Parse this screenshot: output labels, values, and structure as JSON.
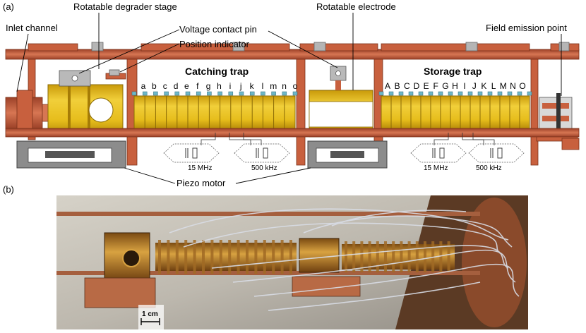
{
  "panel_a": {
    "label": "(a)",
    "annotations": {
      "inlet_channel": "Inlet channel",
      "rotatable_degrader_stage": "Rotatable degrader stage",
      "voltage_contact_pin": "Voltage contact pin",
      "position_indicator": "Position indicator",
      "rotatable_electrode": "Rotatable electrode",
      "field_emission_point": "Field emission point",
      "catching_trap": "Catching trap",
      "storage_trap": "Storage trap",
      "piezo_motor": "Piezo motor"
    },
    "catching_electrodes": [
      "a",
      "b",
      "c",
      "d",
      "e",
      "f",
      "g",
      "h",
      "i",
      "j",
      "k",
      "l",
      "m",
      "n",
      "o"
    ],
    "storage_electrodes": [
      "A",
      "B",
      "C",
      "D",
      "E",
      "F",
      "G",
      "H",
      "I",
      "J",
      "K",
      "L",
      "M",
      "N",
      "O"
    ],
    "circuits": [
      {
        "freq": "15 MHz"
      },
      {
        "freq": "500 kHz"
      },
      {
        "freq": "15 MHz"
      },
      {
        "freq": "500 kHz"
      }
    ]
  },
  "panel_b": {
    "label": "(b)",
    "scale_bar": "1 cm"
  },
  "colors": {
    "copper": "#c8603e",
    "copper_dark": "#8c3a22",
    "gold": "#e4bc17",
    "gold_dark": "#b58d08",
    "steel": "#8c8c8c",
    "steel_dark": "#555555",
    "insulator": "#6fb7c8"
  }
}
